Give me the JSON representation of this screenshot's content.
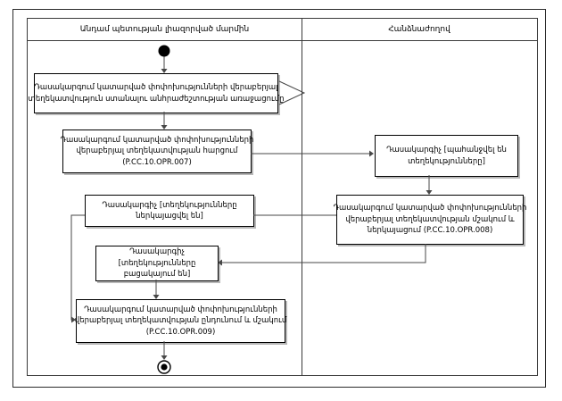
{
  "diagram": {
    "lanes": {
      "left_title": "Անդամ պետության լիազորված մարմին",
      "right_title": "Հանձնաժողով"
    },
    "nodes": {
      "need_info": {
        "lines": [
          "Դասակարգում կատարված փոփոխությունների վերաբերյալ",
          "տեղեկատվություն ստանալու անհրաժեշտության առաջացումը"
        ]
      },
      "request_007": {
        "lines": [
          "Դասակարգում կատարված փոփոխությունների",
          "վերաբերյալ տեղեկատվության հարցում",
          "(P.CC.10.OPR.007)"
        ]
      },
      "classifier_requested": {
        "lines": [
          "Դասակարգիչ [պահանջվել են",
          "տեղեկությունները]"
        ]
      },
      "process_008": {
        "lines": [
          "Դասակարգում կատարված փոփոխությունների",
          "վերաբերյալ տեղեկատվության մշակում և",
          "ներկայացում (P.CC.10.OPR.008)"
        ]
      },
      "classifier_submitted": {
        "lines": [
          "Դասակարգիչ [տեղեկությունները",
          "ներկայացվել են]"
        ]
      },
      "classifier_missing": {
        "lines": [
          "Դասակարգիչ",
          "[տեղեկությունները",
          "բացակայում են]"
        ]
      },
      "receive_009": {
        "lines": [
          "Դասակարգում կատարված փոփոխությունների",
          "վերաբերյալ տեղեկատվության ընդունում և մշակում",
          "(P.CC.10.OPR.009)"
        ]
      }
    },
    "colors": {
      "box_border": "#000000",
      "lane_border": "#3a3a3a",
      "connector": "#474747",
      "shadow": "#b8b8b8",
      "node_fill": "#ffffff"
    }
  }
}
